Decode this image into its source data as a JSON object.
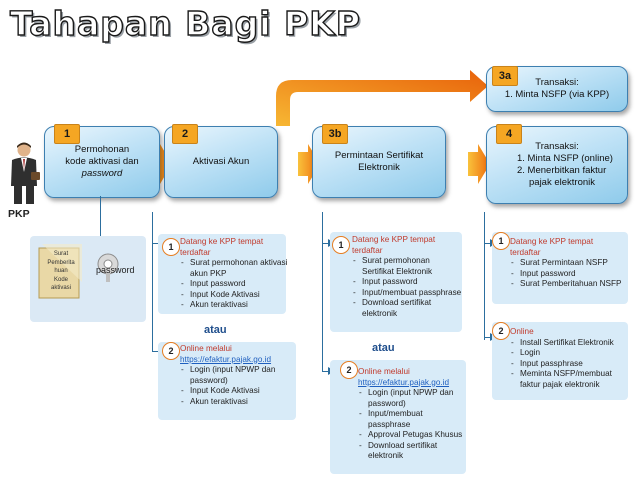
{
  "title": "Tahapan Bagi PKP",
  "actor": {
    "label": "PKP",
    "letter_lines": [
      "Surat",
      "Pemberita",
      "huan",
      "Kode",
      "aktivasi"
    ],
    "password_label": "password"
  },
  "steps": [
    {
      "number": "1",
      "text_lines": [
        "Permohonan",
        "kode aktivasi dan",
        "password"
      ]
    },
    {
      "number": "2",
      "text_lines": [
        "Aktivasi Akun"
      ]
    },
    {
      "number": "3b",
      "text_lines": [
        "Permintaan Sertifikat",
        "Elektronik"
      ]
    },
    {
      "number": "3a",
      "text_lines": [
        "Transaksi:",
        "1.  Minta NSFP (via KPP)"
      ]
    },
    {
      "number": "4",
      "text_lines": [
        "Transaksi:",
        "1.  Minta NSFP (online)",
        "2.  Menerbitkan faktur",
        "pajak elektronik"
      ]
    }
  ],
  "atau_label": "atau",
  "col2": {
    "opt1": {
      "badge": "1",
      "lines": [
        "Datang ke KPP tempat",
        "terdaftar"
      ],
      "bullets": [
        "Surat permohonan aktivasi akun PKP",
        "Input password",
        "Input Kode Aktivasi",
        "Akun teraktivasi"
      ]
    },
    "opt2": {
      "badge": "2",
      "lines": [
        "Online melalui"
      ],
      "url": "https://efaktur.pajak.go.id",
      "bullets": [
        "Login (input NPWP dan password)",
        "Input Kode Aktivasi",
        "Akun teraktivasi"
      ]
    }
  },
  "col3": {
    "opt1": {
      "badge": "1",
      "lines": [
        "Datang ke KPP tempat",
        "terdaftar"
      ],
      "bullets": [
        "Surat permohonan Sertifikat Elektronik",
        "Input password",
        "Input/membuat passphrase",
        "Download sertifikat elektronik"
      ]
    },
    "opt2": {
      "badge": "2",
      "lines": [
        "Online melalui"
      ],
      "url": "https://efaktur.pajak.go.id",
      "bullets": [
        "Login (input NPWP dan password)",
        "Input/membuat passphrase",
        "Approval Petugas Khusus",
        "Download sertifikat elektronik"
      ]
    }
  },
  "col4": {
    "opt1": {
      "badge": "1",
      "lines": [
        "Datang ke KPP tempat",
        "terdaftar"
      ],
      "bullets": [
        "Surat Permintaan NSFP",
        "Input password",
        "Surat Pemberitahuan NSFP"
      ]
    },
    "opt2": {
      "badge": "2",
      "lines": [
        "Online"
      ],
      "bullets": [
        "Install Sertifikat Elektronik",
        "Login",
        "Input passphrase",
        "Meminta NSFP/membuat faktur pajak elektronik"
      ]
    }
  },
  "colors": {
    "step_box": "#a9d8f2",
    "number_badge": "#f5a623",
    "big_arrow": "#f07d10",
    "detail_box": "#d8ebf8",
    "url": "#1f5fbf"
  }
}
